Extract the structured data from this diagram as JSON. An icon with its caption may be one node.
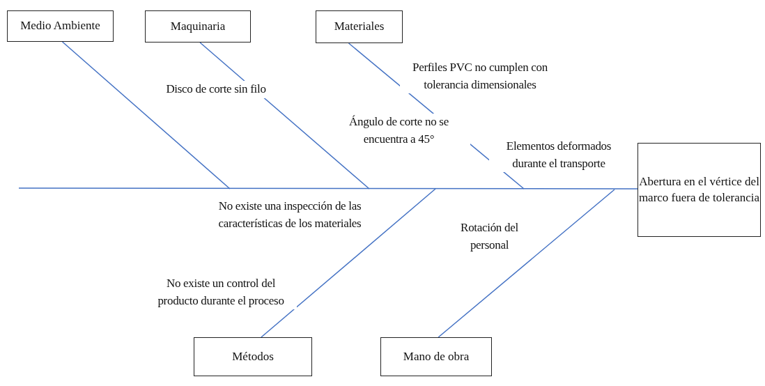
{
  "diagram": {
    "nodes": [
      {
        "text": [
          "Medio Ambiente"
        ]
      },
      {
        "text": [
          "Maquinaria"
        ]
      },
      {
        "text": [
          "Materiales"
        ]
      },
      {
        "text": [
          "Abertura en el vértice del marco fuera de tolerancia"
        ]
      },
      {
        "text": [
          "Métodos"
        ]
      },
      {
        "text": [
          "Mano de obra"
        ]
      }
    ],
    "edges": [
      {
        "from": null,
        "to": 3,
        "arrow": "none"
      },
      {
        "from": 0,
        "to": null,
        "arrow": "none"
      },
      {
        "from": 1,
        "to": null,
        "arrow": "none"
      },
      {
        "from": 2,
        "to": null,
        "arrow": "none"
      },
      {
        "from": 4,
        "to": null,
        "arrow": "none"
      },
      {
        "from": 5,
        "to": null,
        "arrow": "none"
      }
    ],
    "labels": [
      "Perfiles PVC no cumplen con tolerancia dimensionales",
      "Disco de corte sin filo",
      "Ángulo de corte no se encuentra a 45°",
      "Elementos deformados durante el transporte",
      "No existe una inspección de las características de los materiales",
      "Rotación del personal",
      "No existe un control del producto durante el proceso"
    ]
  }
}
